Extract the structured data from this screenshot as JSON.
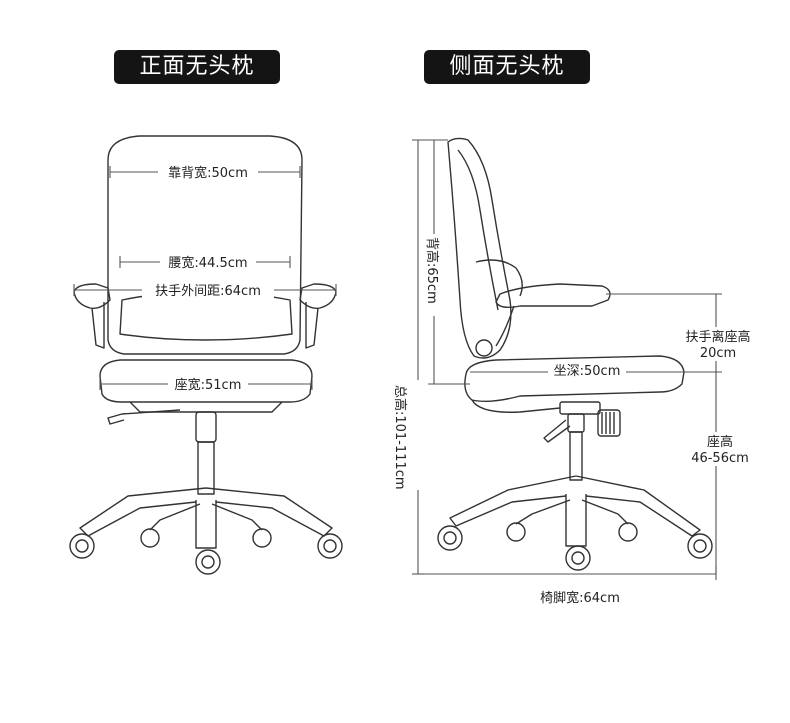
{
  "headings": {
    "front": "正面无头枕",
    "side": "侧面无头枕"
  },
  "front_dimensions": {
    "backrest_width": "靠背宽:50cm",
    "waist_width": "腰宽:44.5cm",
    "armrest_span": "扶手外间距:64cm",
    "seat_width": "座宽:51cm"
  },
  "side_dimensions": {
    "back_height": "背高:65cm",
    "total_height": "总高:101-111cm",
    "armrest_to_seat_label": "扶手离座高",
    "armrest_to_seat_value": "20cm",
    "seat_depth": "坐深:50cm",
    "seat_height_label": "座高",
    "seat_height_value": "46-56cm",
    "base_width": "椅脚宽:64cm"
  },
  "colors": {
    "badge_bg": "#141414",
    "badge_text": "#ffffff",
    "line": "#333333",
    "dim_line": "#555555"
  }
}
